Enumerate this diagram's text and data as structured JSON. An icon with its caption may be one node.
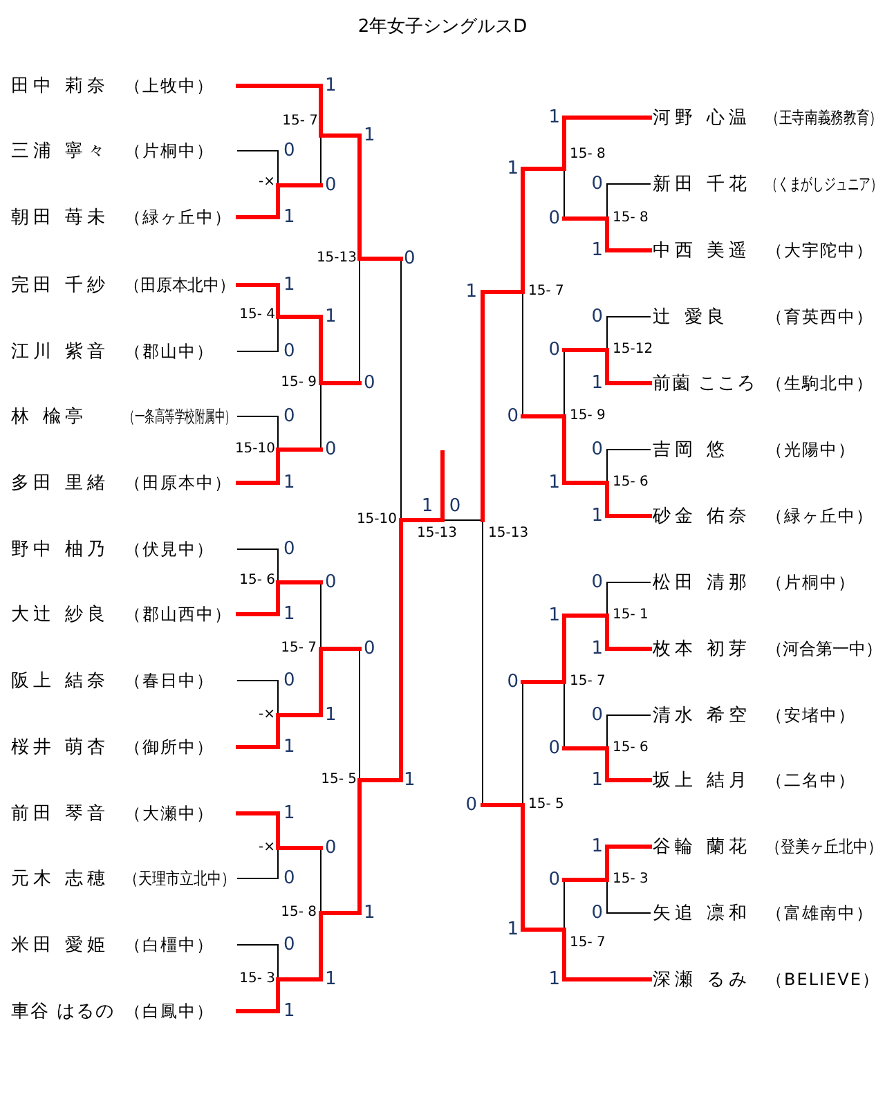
{
  "diagram": {
    "title": "2年女子シングルスD",
    "nodes": [
      {
        "text": [
          "田中 莉奈",
          "（上牧中）"
        ]
      },
      {
        "text": [
          "三浦 寧々",
          "（片桐中）"
        ]
      },
      {
        "text": [
          "朝田 苺未",
          "（緑ヶ丘中）"
        ]
      },
      {
        "text": [
          "完田 千紗",
          "（田原本北中）"
        ]
      },
      {
        "text": [
          "江川 紫音",
          "（郡山中）"
        ]
      },
      {
        "text": [
          "林 楡亭",
          "（一条高等学校附属中）"
        ]
      },
      {
        "text": [
          "多田 里緒",
          "（田原本中）"
        ]
      },
      {
        "text": [
          "野中 柚乃",
          "（伏見中）"
        ]
      },
      {
        "text": [
          "大辻 紗良",
          "（郡山西中）"
        ]
      },
      {
        "text": [
          "阪上 結奈",
          "（春日中）"
        ]
      },
      {
        "text": [
          "桜井 萌杏",
          "（御所中）"
        ]
      },
      {
        "text": [
          "前田 琴音",
          "（大瀬中）"
        ]
      },
      {
        "text": [
          "元木 志穂",
          "（天理市立北中）"
        ]
      },
      {
        "text": [
          "米田 愛姫",
          "（白橿中）"
        ]
      },
      {
        "text": [
          "車谷 はるの",
          "（白鳳中）"
        ]
      },
      {
        "text": [
          "河野 心温",
          "（王寺南義務教育）"
        ]
      },
      {
        "text": [
          "新田 千花",
          "（くまがしジュニア）"
        ]
      },
      {
        "text": [
          "中西 美遥",
          "（大宇陀中）"
        ]
      },
      {
        "text": [
          "辻 愛良",
          "（育英西中）"
        ]
      },
      {
        "text": [
          "前薗 こころ",
          "（生駒北中）"
        ]
      },
      {
        "text": [
          "吉岡 悠",
          "（光陽中）"
        ]
      },
      {
        "text": [
          "砂金 佑奈",
          "（緑ヶ丘中）"
        ]
      },
      {
        "text": [
          "松田 清那",
          "（片桐中）"
        ]
      },
      {
        "text": [
          "枚本 初芽",
          "（河合第一中）"
        ]
      },
      {
        "text": [
          "清水 希空",
          "（安堵中）"
        ]
      },
      {
        "text": [
          "坂上 結月",
          "（二名中）"
        ]
      },
      {
        "text": [
          "谷輪 蘭花",
          "（登美ヶ丘北中）"
        ]
      },
      {
        "text": [
          "矢追 凛和",
          "（富雄南中）"
        ]
      },
      {
        "text": [
          "深瀬 るみ",
          "（BELIEVE）"
        ]
      }
    ],
    "labels": [
      "1",
      "15- 7",
      "1",
      "0",
      "-×",
      "0",
      "1",
      "15-13",
      "0",
      "1",
      "15- 4",
      "1",
      "0",
      "15- 9",
      "0",
      "0",
      "15-10",
      "0",
      "1",
      "15-10",
      "1",
      "0",
      "15-13",
      "15-13",
      "0",
      "15- 6",
      "0",
      "1",
      "15- 7",
      "0",
      "0",
      "-×",
      "1",
      "1",
      "15- 5",
      "1",
      "1",
      "-×",
      "0",
      "0",
      "15- 8",
      "1",
      "0",
      "15- 3",
      "1",
      "1",
      "1",
      "15- 8",
      "1",
      "0",
      "0",
      "15- 8",
      "1",
      "1",
      "15- 7",
      "0",
      "0",
      "15-12",
      "1",
      "0",
      "15- 9",
      "0",
      "1",
      "15- 6",
      "1",
      "0",
      "1",
      "15- 1",
      "1",
      "0",
      "15- 7",
      "0",
      "0",
      "15- 6",
      "1",
      "0",
      "15- 5",
      "1",
      "0",
      "15- 3",
      "0",
      "1",
      "15- 7",
      "1"
    ]
  }
}
